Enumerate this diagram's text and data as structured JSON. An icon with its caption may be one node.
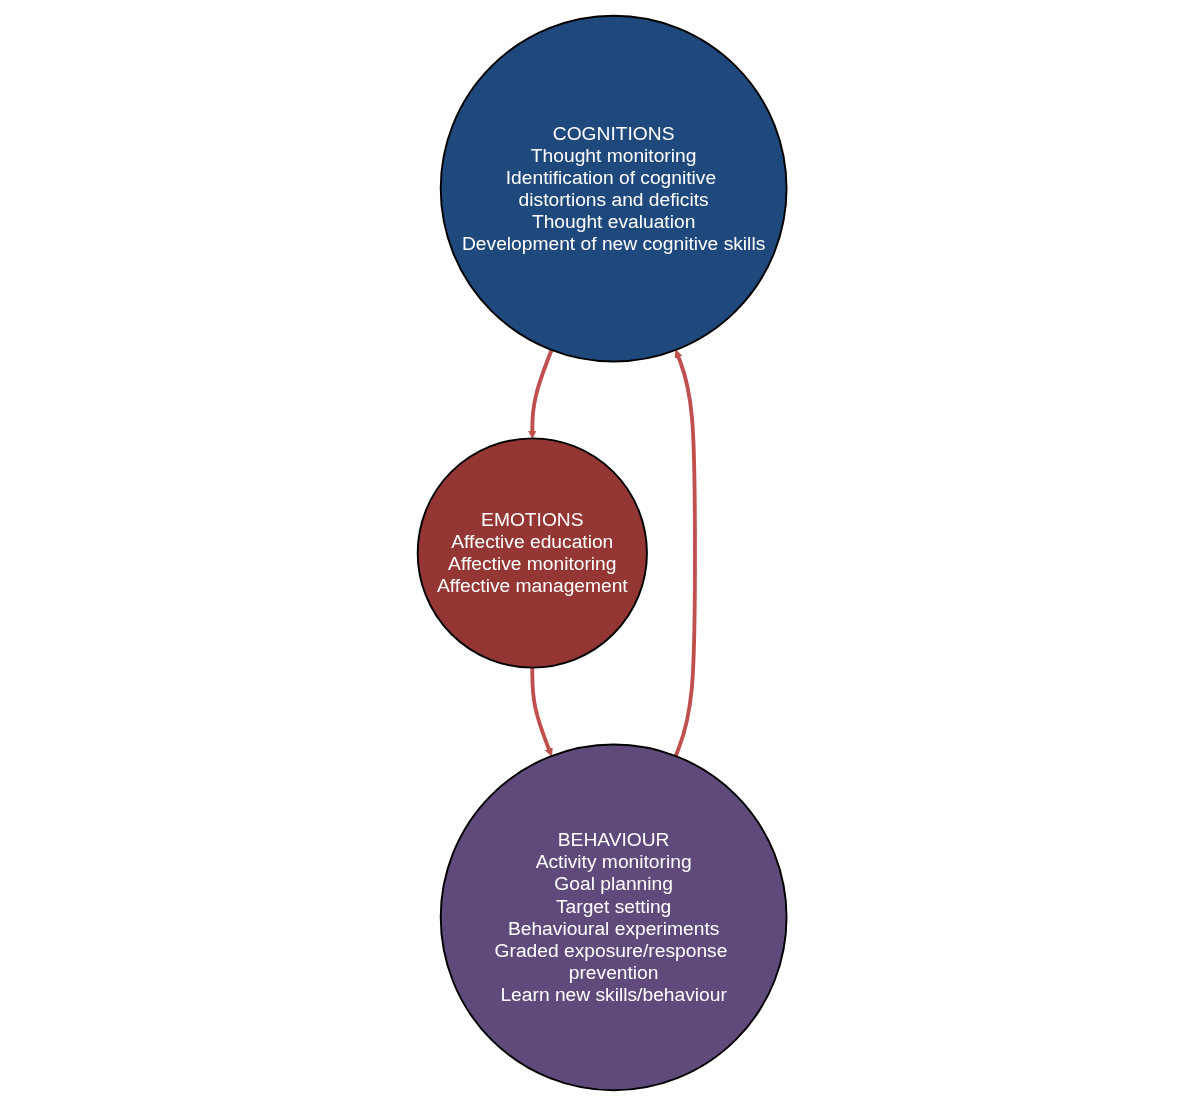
{
  "diagram": {
    "nodes": [
      {
        "text": [
          "COGNITIONS",
          "Thought monitoring",
          "Identification of cognitive distortions and deficits",
          "Thought evaluation",
          "Development of new cognitive skills"
        ]
      },
      {
        "text": [
          "EMOTIONS",
          "Affective education",
          "Affective monitoring",
          "Affective management"
        ]
      },
      {
        "text": [
          "BEHAVIOUR",
          "Activity monitoring",
          "Goal planning",
          "Target setting",
          "Behavioural experiments",
          "Graded exposure/response prevention",
          "Learn new skills/behaviour"
        ]
      }
    ],
    "edges": [
      {
        "from": 0,
        "to": 1,
        "arrow": "to"
      },
      {
        "from": 1,
        "to": 2,
        "arrow": "to"
      },
      {
        "from": 2,
        "to": 0,
        "arrow": "to"
      }
    ]
  }
}
